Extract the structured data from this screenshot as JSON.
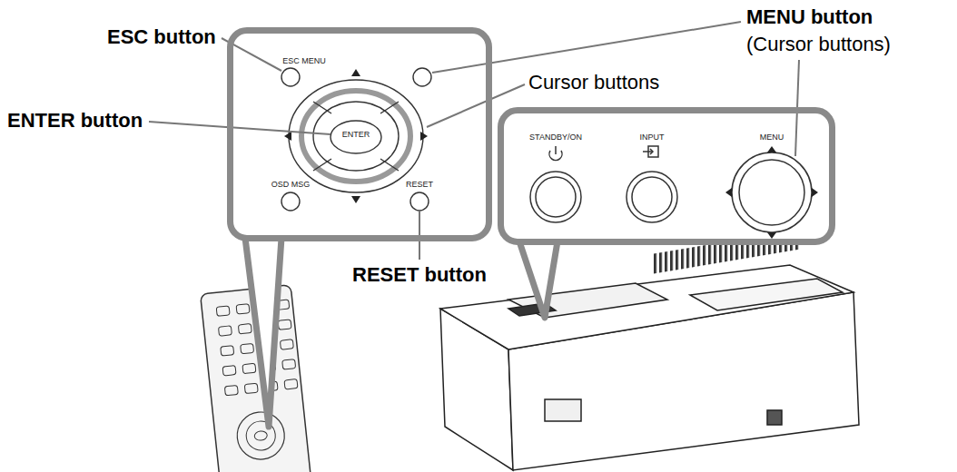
{
  "diagram": {
    "nodes": [
      {
        "text": [
          "ESC MENU",
          "ENTER",
          "OSD MSG",
          "RESET"
        ]
      },
      {
        "text": [
          "STANDBY/ON",
          "INPUT",
          "MENU"
        ]
      }
    ],
    "labels": [
      "ESC button",
      "MENU button",
      "(Cursor buttons)",
      "Cursor buttons",
      "ENTER button",
      "RESET button"
    ]
  }
}
